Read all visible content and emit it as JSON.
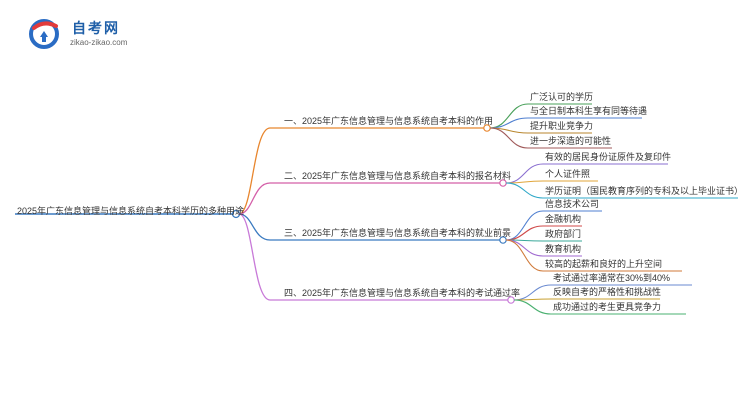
{
  "logo": {
    "title": "自考网",
    "url": "zikao-zikao.com",
    "icon": "zikao-logo-icon"
  },
  "mindmap": {
    "root": "2025年广东信息管理与信息系统自考本科学历的多种用途",
    "branches": [
      {
        "label": "一、2025年广东信息管理与信息系统自考本科的作用",
        "color": "#e8862e",
        "children": [
          "广泛认可的学历",
          "与全日制本科生享有同等待遇",
          "提升职业竞争力",
          "进一步深造的可能性"
        ],
        "child_colors": [
          "#49a05a",
          "#4f7fd0",
          "#b8862e",
          "#a05a5a"
        ]
      },
      {
        "label": "二、2025年广东信息管理与信息系统自考本科的报名材料",
        "color": "#d45fa8",
        "children": [
          "有效的居民身份证原件及复印件",
          "个人证件照",
          "学历证明（国民教育序列的专科及以上毕业证书）"
        ],
        "child_colors": [
          "#8a6fd0",
          "#e0a53a",
          "#2fa8c8"
        ]
      },
      {
        "label": "三、2025年广东信息管理与信息系统自考本科的就业前景",
        "color": "#3a7ac0",
        "children": [
          "信息技术公司",
          "金融机构",
          "政府部门",
          "教育机构",
          "较高的起薪和良好的上升空间"
        ],
        "child_colors": [
          "#4f7fd0",
          "#d04a4a",
          "#3aa89a",
          "#a06ad0",
          "#d07a3a"
        ]
      },
      {
        "label": "四、2025年广东信息管理与信息系统自考本科的考试通过率",
        "color": "#c87ad8",
        "children": [
          "考试通过率通常在30%到40%",
          "反映自考的严格性和挑战性",
          "成功通过的考生更具竞争力"
        ],
        "child_colors": [
          "#6a8ad0",
          "#c8a030",
          "#4ab070"
        ]
      }
    ]
  }
}
